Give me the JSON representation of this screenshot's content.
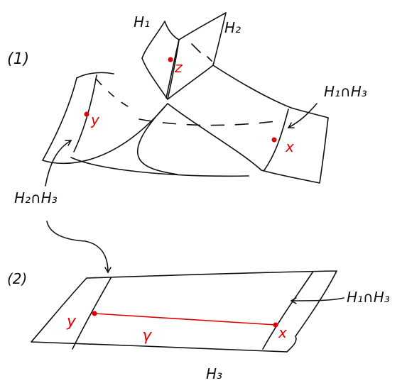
{
  "colors": {
    "ink": "#111111",
    "accent": "#e00000",
    "background": "#ffffff"
  },
  "panel1": {
    "label": "(1)",
    "h1": "H₁",
    "h2": "H₂",
    "h1_cap_h3": "H₁∩H₃",
    "h2_cap_h3": "H₂∩H₃",
    "point_z": "z",
    "point_y": "y",
    "point_x": "x"
  },
  "panel2": {
    "label": "(2)",
    "h3": "H₃",
    "h1_cap_h3": "H₁∩H₃",
    "point_y": "y",
    "point_x": "x",
    "path_gamma": "γ"
  }
}
